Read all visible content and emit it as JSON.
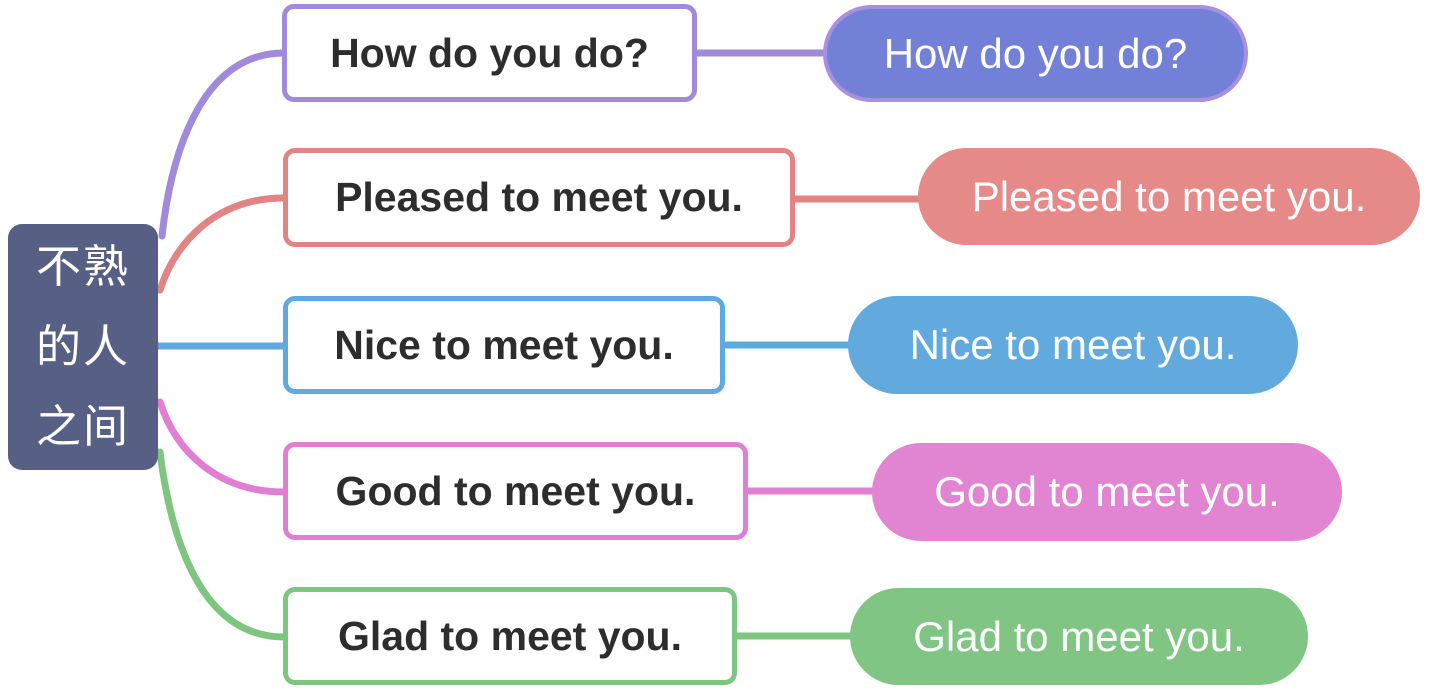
{
  "diagram": {
    "root": {
      "label": "不熟的人之间",
      "lines": [
        "不熟",
        "的人",
        "之间"
      ],
      "fill_color": "#575f84",
      "text_color": "#ffffff"
    },
    "branches": [
      {
        "name": "how-do-you-do",
        "box_label": "How do you do?",
        "pill_label": "How do you do?",
        "line_color": "#a18adc",
        "pill_fill": "#7380d8",
        "pill_border": "#a98fdf"
      },
      {
        "name": "pleased-to-meet-you",
        "box_label": "Pleased to meet you.",
        "pill_label": "Pleased to meet you.",
        "line_color": "#e28384",
        "pill_fill": "#e58989",
        "pill_border": "#e58989"
      },
      {
        "name": "nice-to-meet-you",
        "box_label": "Nice to meet you.",
        "pill_label": "Nice to meet you.",
        "line_color": "#5ea9e0",
        "pill_fill": "#62aade",
        "pill_border": "#62aade"
      },
      {
        "name": "good-to-meet-you",
        "box_label": "Good to meet you.",
        "pill_label": "Good to meet you.",
        "line_color": "#e07ed2",
        "pill_fill": "#e185d3",
        "pill_border": "#e185d3"
      },
      {
        "name": "glad-to-meet-you",
        "box_label": "Glad to meet you.",
        "pill_label": "Glad to meet you.",
        "line_color": "#7ec580",
        "pill_fill": "#81c584",
        "pill_border": "#81c584"
      }
    ]
  }
}
